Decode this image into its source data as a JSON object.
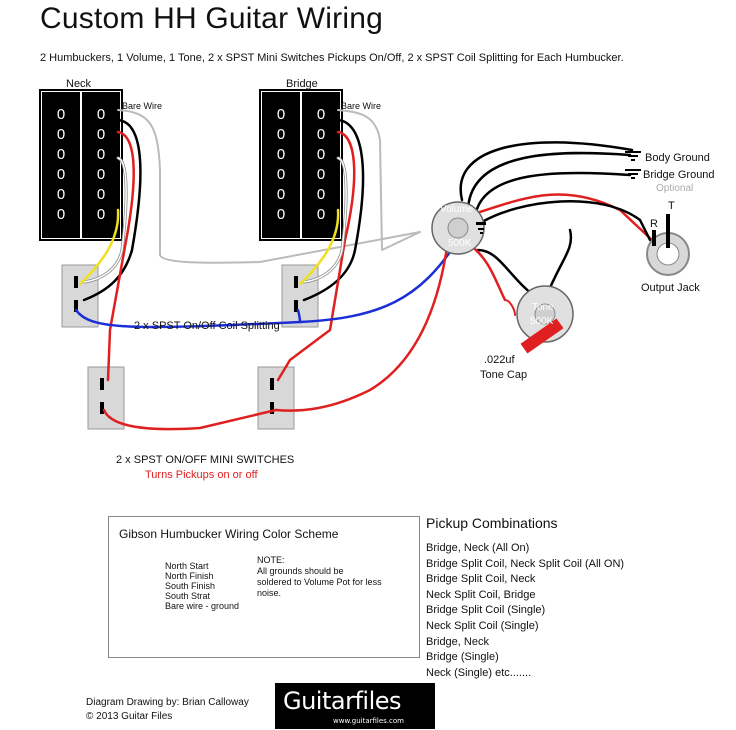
{
  "title": "Custom HH Guitar Wiring",
  "subtitle": "2 Humbuckers, 1 Volume, 1 Tone, 2 x SPST Mini Switches Pickups On/Off, 2 x SPST Coil Splitting for Each Humbucker.",
  "pickups": {
    "neck_label": "Neck",
    "bridge_label": "Bridge",
    "bare_wire_label": "Bare Wire",
    "pole_char": "0"
  },
  "labels": {
    "coil_split": "2 x SPST On/Off Coil Splitting",
    "mini_switches": "2 x SPST ON/OFF MINI SWITCHES",
    "mini_switches_note": "Turns Pickups on or off",
    "volume": "Volume",
    "volume_value": "500K",
    "tone": "Tone",
    "tone_value": "500K",
    "cap_value": ".022uf",
    "cap_name": "Tone Cap",
    "body_ground": "Body Ground",
    "bridge_ground": "Bridge Ground",
    "optional": "Optional",
    "jack_r": "R",
    "jack_t": "T",
    "output_jack": "Output Jack"
  },
  "legend": {
    "title": "Gibson Humbucker Wiring Color Scheme",
    "items": [
      {
        "label": "North Start",
        "color": "#e02020"
      },
      {
        "label": "North Finish",
        "color": "#ffffff"
      },
      {
        "label": "South Finish",
        "color": "#f0e020"
      },
      {
        "label": "South Strat",
        "color": "#000000"
      },
      {
        "label": "Bare wire - ground",
        "color": "#bbbbbb"
      }
    ],
    "note": [
      "NOTE:",
      "All grounds should be",
      "soldered to Volume Pot for less",
      "noise."
    ]
  },
  "combinations": {
    "title": "Pickup Combinations",
    "items": [
      "Bridge, Neck (All On)",
      "Bridge Split Coil, Neck Split Coil (All ON)",
      "Bridge Split Coil, Neck",
      "Neck Split Coil, Bridge",
      "Bridge Split Coil (Single)",
      "Neck Split Coil (Single)",
      "Bridge, Neck",
      "Bridge (Single)",
      "Neck (Single) etc......."
    ]
  },
  "credits": {
    "drawing": "Diagram Drawing by: Brian Calloway",
    "copyright": "© 2013 Guitar Files",
    "logo_text": "Guitarfiles",
    "logo_url": "www.guitarfiles.com"
  },
  "colors": {
    "red": "#e02020",
    "black": "#000000",
    "yellow": "#f0e020",
    "blue": "#1a2fd6",
    "gray": "#bbbbbb"
  }
}
